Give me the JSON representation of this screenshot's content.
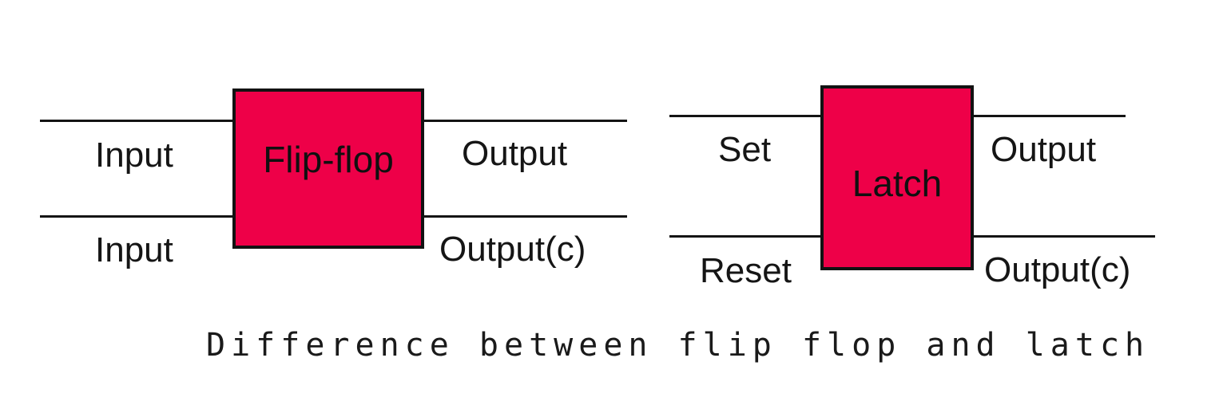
{
  "figure": {
    "caption": "Difference between flip flop and latch",
    "background_color": "#ffffff",
    "block_fill_color": "#ee0048",
    "block_border_color": "#121212",
    "wire_color": "#141414",
    "text_color": "#151515"
  },
  "diagrams": [
    {
      "id": "flip-flop",
      "block_label": "Flip-flop",
      "inputs": [
        {
          "label": "Input"
        },
        {
          "label": "Input"
        }
      ],
      "outputs": [
        {
          "label": "Output"
        },
        {
          "label": "Output(c)"
        }
      ]
    },
    {
      "id": "latch",
      "block_label": "Latch",
      "inputs": [
        {
          "label": "Set"
        },
        {
          "label": "Reset"
        }
      ],
      "outputs": [
        {
          "label": "Output"
        },
        {
          "label": "Output(c)"
        }
      ]
    }
  ]
}
